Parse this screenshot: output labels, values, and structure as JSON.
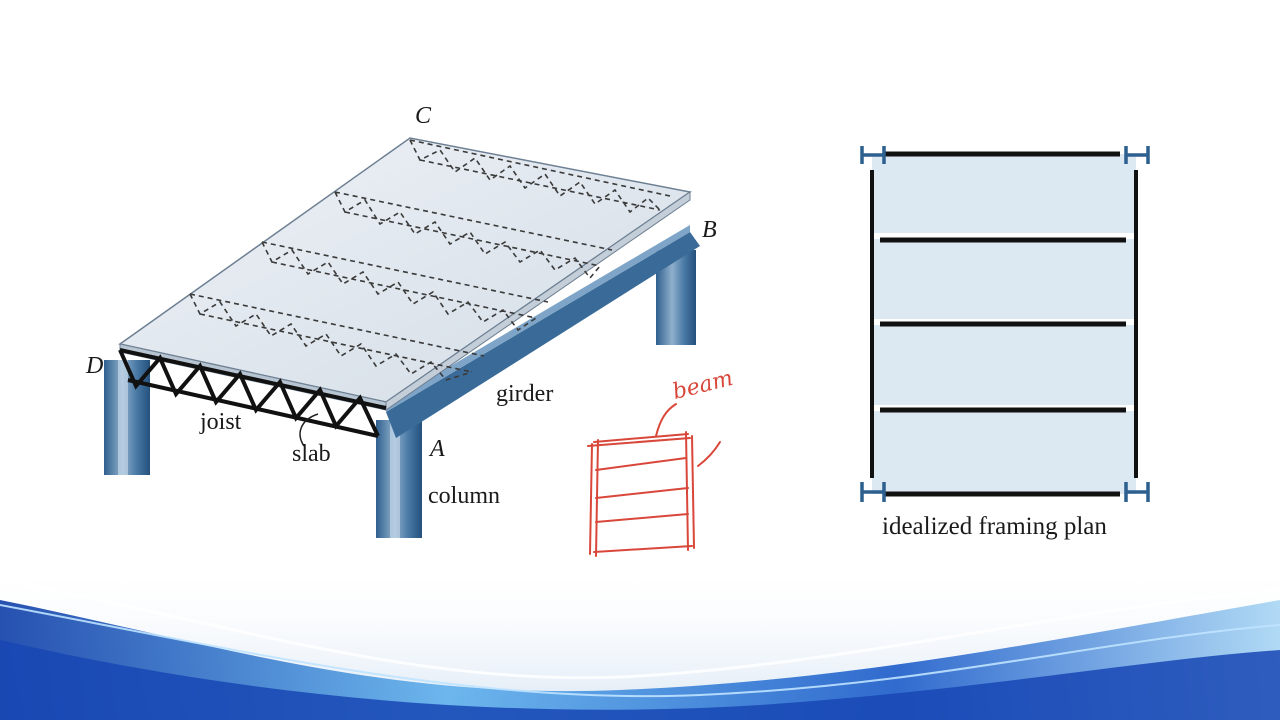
{
  "diagram": {
    "points": {
      "a": "A",
      "b": "B",
      "c": "C",
      "d": "D"
    },
    "parts": {
      "joist": "joist",
      "slab": "slab",
      "girder": "girder",
      "column": "column"
    },
    "annotation": "beam"
  },
  "plan": {
    "caption": "idealized framing plan"
  },
  "colors": {
    "steel_blue": "#3f6f9a",
    "slab_fill": "#dfe6ee",
    "plan_fill": "#dce8f2",
    "annotation_red": "#d9473a",
    "wave_blue": "#1f5fc4"
  }
}
